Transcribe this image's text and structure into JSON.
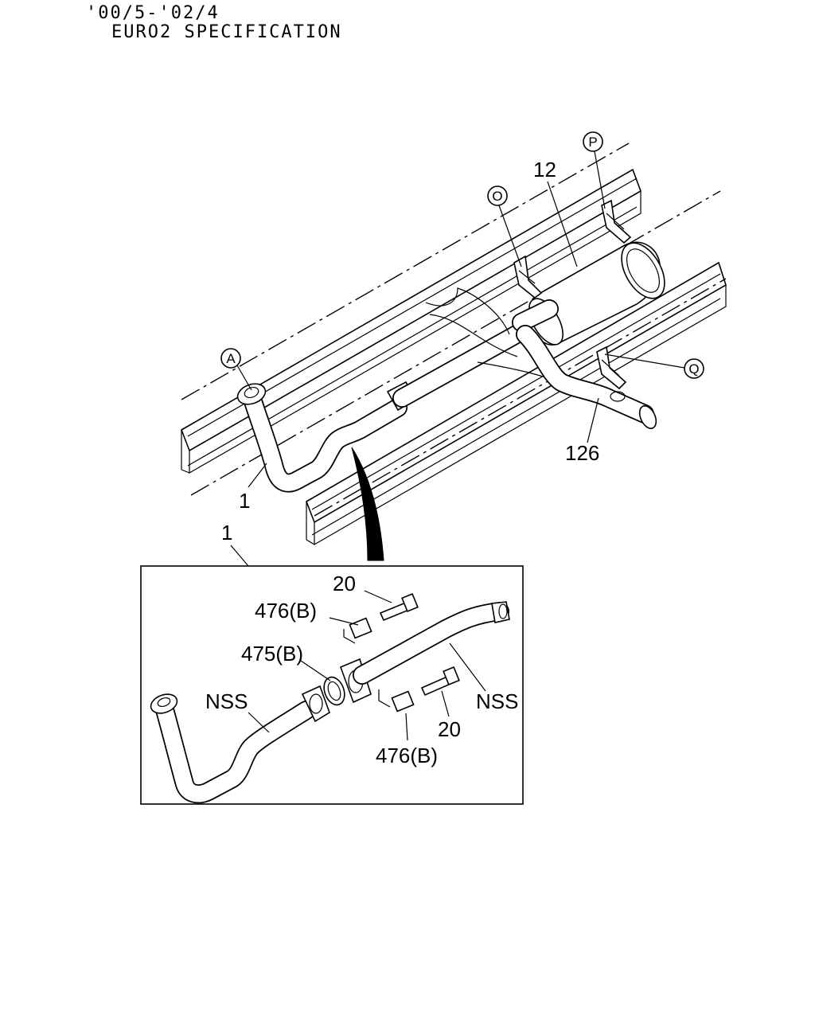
{
  "header": {
    "line1": "'00/5-'02/4",
    "line2": "EURO2 SPECIFICATION"
  },
  "diagram": {
    "circled_refs": {
      "A": "A",
      "O": "O",
      "P": "P",
      "Q": "Q"
    },
    "callouts": {
      "muffler": "12",
      "tail_pipe": "126",
      "front_pipe": "1",
      "detail_ref": "1",
      "bolt_top": "20",
      "bolt_bottom": "20",
      "nut_top": "476(B)",
      "nut_bottom": "476(B)",
      "gasket": "475(B)",
      "nss_left": "NSS",
      "nss_right": "NSS"
    }
  }
}
